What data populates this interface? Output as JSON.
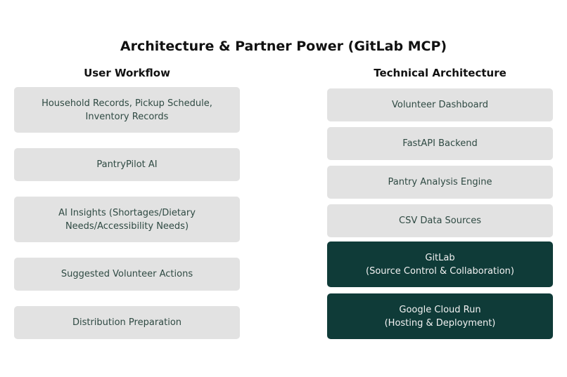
{
  "title": "Architecture & Partner Power (GitLab MCP)",
  "user_workflow": {
    "heading": "User Workflow",
    "boxes": [
      "Household Records, Pickup Schedule,\nInventory Records",
      "PantryPilot AI",
      "AI Insights (Shortages/Dietary\nNeeds/Accessibility Needs)",
      "Suggested Volunteer Actions",
      "Distribution Preparation"
    ]
  },
  "technical_architecture": {
    "heading": "Technical Architecture",
    "boxes": [
      "Volunteer Dashboard",
      "FastAPI Backend",
      "Pantry Analysis Engine",
      "CSV Data Sources",
      "GitLab\n(Source Control & Collaboration)",
      "Google Cloud Run\n(Hosting & Deployment)"
    ]
  },
  "colors": {
    "box_light": "#e2e2e2",
    "box_dark": "#0f3b38",
    "text_light_box": "#2f4a43",
    "text_dark_box": "#f2f2f2"
  }
}
